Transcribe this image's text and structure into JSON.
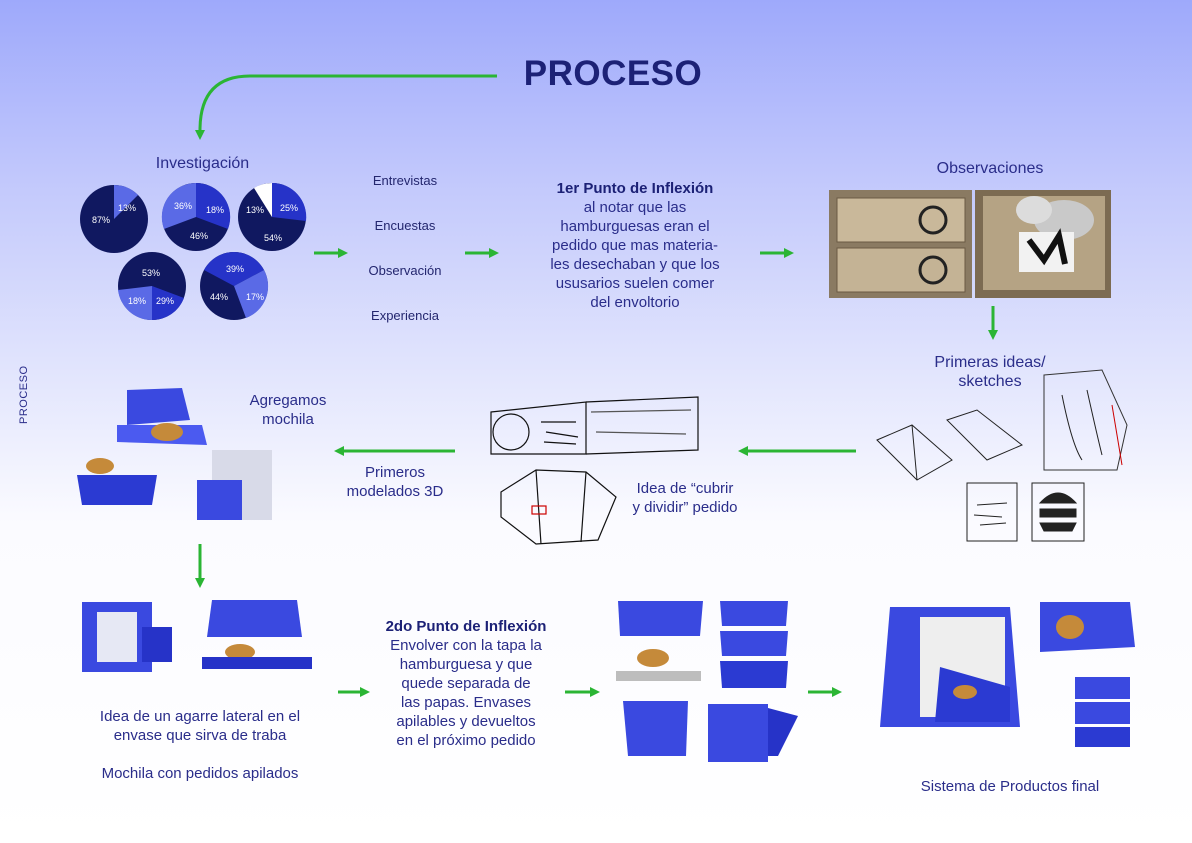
{
  "title": "PROCESO",
  "side_label": "PROCESO",
  "investigacion": {
    "label": "Investigación",
    "pies": [
      {
        "a": "87%",
        "b": "13%"
      },
      {
        "a": "36%",
        "b": "18%",
        "c": "46%"
      },
      {
        "a": "13%",
        "b": "25%",
        "c": "54%"
      },
      {
        "a": "53%",
        "b": "18%",
        "c": "29%"
      },
      {
        "a": "39%",
        "b": "44%",
        "c": "17%"
      }
    ]
  },
  "methods": [
    "Entrevistas",
    "Encuestas",
    "Observación",
    "Experiencia"
  ],
  "inflexion1": {
    "heading": "1er Punto de Inflexión",
    "lines": [
      "al notar que las",
      "hamburguesas eran el",
      "pedido que mas materia-",
      "les desechaban y que los",
      "ususarios suelen comer",
      "del envoltorio"
    ]
  },
  "observaciones": "Observaciones",
  "primeras_ideas": [
    "Primeras ideas/",
    "sketches"
  ],
  "idea_cubrir": [
    "Idea de “cubrir",
    "y dividir” pedido"
  ],
  "primeros_modelados": [
    "Primeros",
    "modelados 3D"
  ],
  "agregamos": [
    "Agregamos",
    "mochila"
  ],
  "agarre": [
    "Idea de un agarre lateral en el",
    "envase que sirva de traba"
  ],
  "mochila_apilados": "Mochila con pedidos apilados",
  "inflexion2": {
    "heading": "2do Punto de Inflexión",
    "lines": [
      "Envolver con la tapa la",
      "hamburguesa y que",
      "quede separada de",
      "las papas. Envases",
      "apilables y devueltos",
      "en el próximo pedido"
    ]
  },
  "sistema_final": "Sistema de Productos final",
  "colors": {
    "arrow": "#2bb534",
    "dark_blue": "#1c2176",
    "mid_blue": "#3a49e0",
    "light_blue": "#5a6ae6",
    "navy": "#101860"
  }
}
